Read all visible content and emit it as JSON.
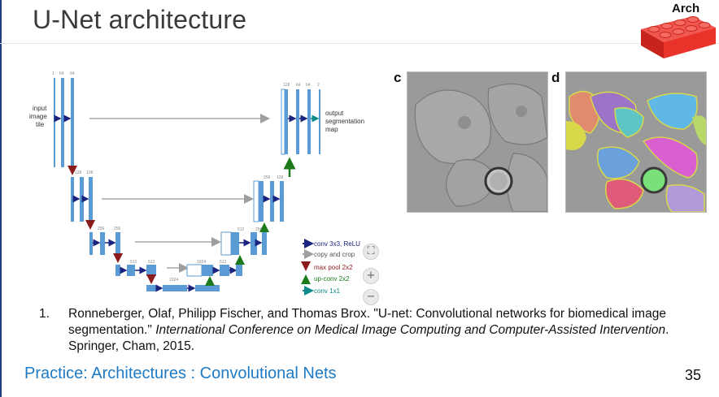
{
  "slide": {
    "title": "U-Net architecture",
    "badge_label": "Arch",
    "figure": {
      "input_label": [
        "input",
        "image",
        "tile"
      ],
      "output_label": [
        "output",
        "segmentation",
        "map"
      ],
      "channels": {
        "l1": [
          "1",
          "64",
          "64"
        ],
        "l2": [
          "128",
          "128"
        ],
        "l3": [
          "256",
          "256"
        ],
        "l4": [
          "512",
          "512"
        ],
        "l5": [
          "1024"
        ],
        "r4": [
          "1024",
          "512"
        ],
        "r3": [
          "512",
          "256"
        ],
        "r2": [
          "256",
          "128"
        ],
        "r1": [
          "128",
          "64",
          "64",
          "2"
        ]
      },
      "legend": [
        {
          "text": "conv 3x3, ReLU",
          "color": "#1a237e"
        },
        {
          "text": "copy and crop",
          "color": "#9e9e9e"
        },
        {
          "text": "max pool 2x2",
          "color": "#8b1a1a"
        },
        {
          "text": "up-conv 2x2",
          "color": "#1b7a1b"
        },
        {
          "text": "conv 1x1",
          "color": "#0f8a8a"
        }
      ]
    },
    "panels": [
      {
        "letter": "c"
      },
      {
        "letter": "d"
      }
    ],
    "reference": {
      "number": "1.",
      "authors": "Ronneberger, Olaf, Philipp Fischer, and Thomas Brox. \"U-net: Convolutional networks for biomedical image segmentation.\" ",
      "venue": "International Conference on Medical Image Computing and Computer-Assisted Intervention",
      "tail": ". Springer, Cham, 2015."
    },
    "footer": "Practice: Architectures : Convolutional Nets",
    "page_number": "35"
  },
  "colors": {
    "footer": "#1e7ac4",
    "bar": "#5b9bd5",
    "conv_arrow": "#1a237e",
    "copy_arrow": "#9e9e9e",
    "pool_arrow": "#8b1a1a",
    "up_arrow": "#1b7a1b",
    "lego": "#e8322a"
  }
}
